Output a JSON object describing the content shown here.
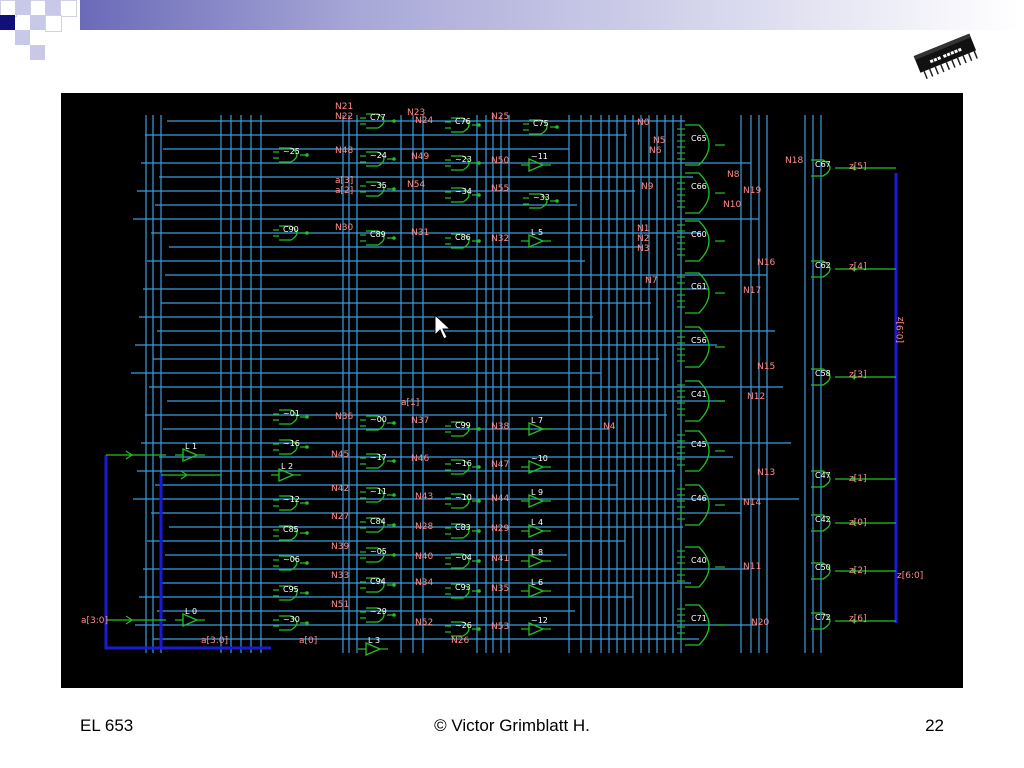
{
  "footer": {
    "left": "EL 653",
    "center": "© Victor Grimblatt H.",
    "right": "22"
  },
  "colors": {
    "background": "#000000",
    "wire": "#3a9de0",
    "bus": "#1a1ad8",
    "gate": "#24c024",
    "label": "#ff8c8c"
  },
  "col1": [
    "~25",
    "C90",
    "~01",
    "~16",
    "~12",
    "C85",
    "~06",
    "C95",
    "~30"
  ],
  "col1_extra": [
    "L 1",
    "L 2",
    "L 0",
    "L 3"
  ],
  "col2": [
    "C77",
    "~24",
    "~35",
    "C89",
    "~00",
    "~17",
    "~11",
    "C84",
    "~05",
    "C94",
    "~29"
  ],
  "col3": [
    "C76",
    "~23",
    "~34",
    "C86",
    "C99",
    "~16",
    "~10",
    "C83",
    "~04",
    "C93",
    "~26"
  ],
  "col4": [
    "C75",
    "~11",
    "~33",
    "L 5",
    "L 7",
    "~10",
    "L 9",
    "L 4",
    "L 8",
    "L 6",
    "~12"
  ],
  "col5": [
    "C65",
    "C66",
    "C60",
    "C61",
    "C56",
    "C41",
    "C45",
    "C46",
    "C40",
    "C71"
  ],
  "col6": [
    "C67",
    "C62",
    "C58",
    "C47",
    "C42",
    "C50",
    "C72"
  ],
  "net_labels": [
    "N21",
    "N22",
    "N23",
    "N24",
    "N25",
    "N48",
    "N49",
    "N50",
    "N54",
    "N55",
    "N30",
    "N31",
    "N32",
    "N36",
    "N37",
    "N38",
    "N45",
    "N46",
    "N47",
    "N42",
    "N43",
    "N44",
    "N27",
    "N28",
    "N29",
    "N39",
    "N40",
    "N41",
    "N33",
    "N34",
    "N35",
    "N51",
    "N52",
    "N53",
    "N26",
    "N0",
    "N5",
    "N6",
    "N9",
    "N8",
    "N19",
    "N10",
    "N1",
    "N2",
    "N3",
    "N18",
    "N16",
    "N7",
    "N17",
    "N15",
    "N12",
    "N4",
    "N13",
    "N14",
    "N11",
    "N20",
    "a[3]",
    "a[2]",
    "a[1]",
    "a[0]",
    "a[3:0]",
    "a[3:0]",
    "z[5]",
    "z[4]",
    "z[3]",
    "z[1]",
    "z[0]",
    "z[2]",
    "z[6]",
    "z[6:0]",
    "[0:9]z"
  ]
}
